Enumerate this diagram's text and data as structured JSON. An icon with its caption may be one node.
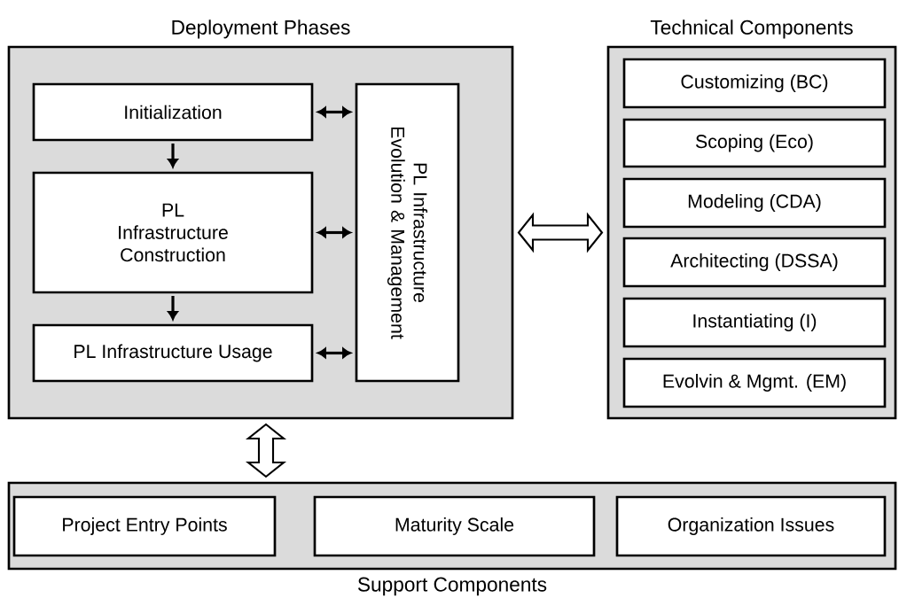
{
  "diagram": {
    "nodes": [
      {
        "text": [
          "Deployment Phases"
        ]
      },
      {
        "text": [
          "Initialization"
        ],
        "in": 0
      },
      {
        "text": [
          "PL Infrastructure Construction"
        ],
        "in": 0
      },
      {
        "text": [
          "PL Infrastructure Usage"
        ],
        "in": 0
      },
      {
        "text": [
          "PL Infrastructure Evolution & Management"
        ],
        "in": 0
      },
      {
        "text": [
          "Technical Components"
        ]
      },
      {
        "text": [
          "Customizing (BC)"
        ],
        "in": 5
      },
      {
        "text": [
          "Scoping (Eco)"
        ],
        "in": 5
      },
      {
        "text": [
          "Modeling (CDA)"
        ],
        "in": 5
      },
      {
        "text": [
          "Architecting (DSSA)"
        ],
        "in": 5
      },
      {
        "text": [
          "Instantiating (I)"
        ],
        "in": 5
      },
      {
        "text": [
          "Evolvin & Mgmt. (EM)"
        ],
        "in": 5
      },
      {
        "text": [
          "Support Components"
        ]
      },
      {
        "text": [
          "Project Entry Points"
        ],
        "in": 12
      },
      {
        "text": [
          "Maturity Scale"
        ],
        "in": 12
      },
      {
        "text": [
          "Organization Issues"
        ],
        "in": 12
      }
    ],
    "edges": [
      {
        "from": 1,
        "to": 2,
        "arrow": "to"
      },
      {
        "from": 2,
        "to": 3,
        "arrow": "to"
      },
      {
        "from": 1,
        "to": 4,
        "arrow": "both"
      },
      {
        "from": 2,
        "to": 4,
        "arrow": "both"
      },
      {
        "from": 3,
        "to": 4,
        "arrow": "both"
      },
      {
        "from": 0,
        "to": 5,
        "arrow": "both",
        "style": "thick"
      },
      {
        "from": 0,
        "to": 12,
        "arrow": "both",
        "style": "thick"
      }
    ]
  }
}
